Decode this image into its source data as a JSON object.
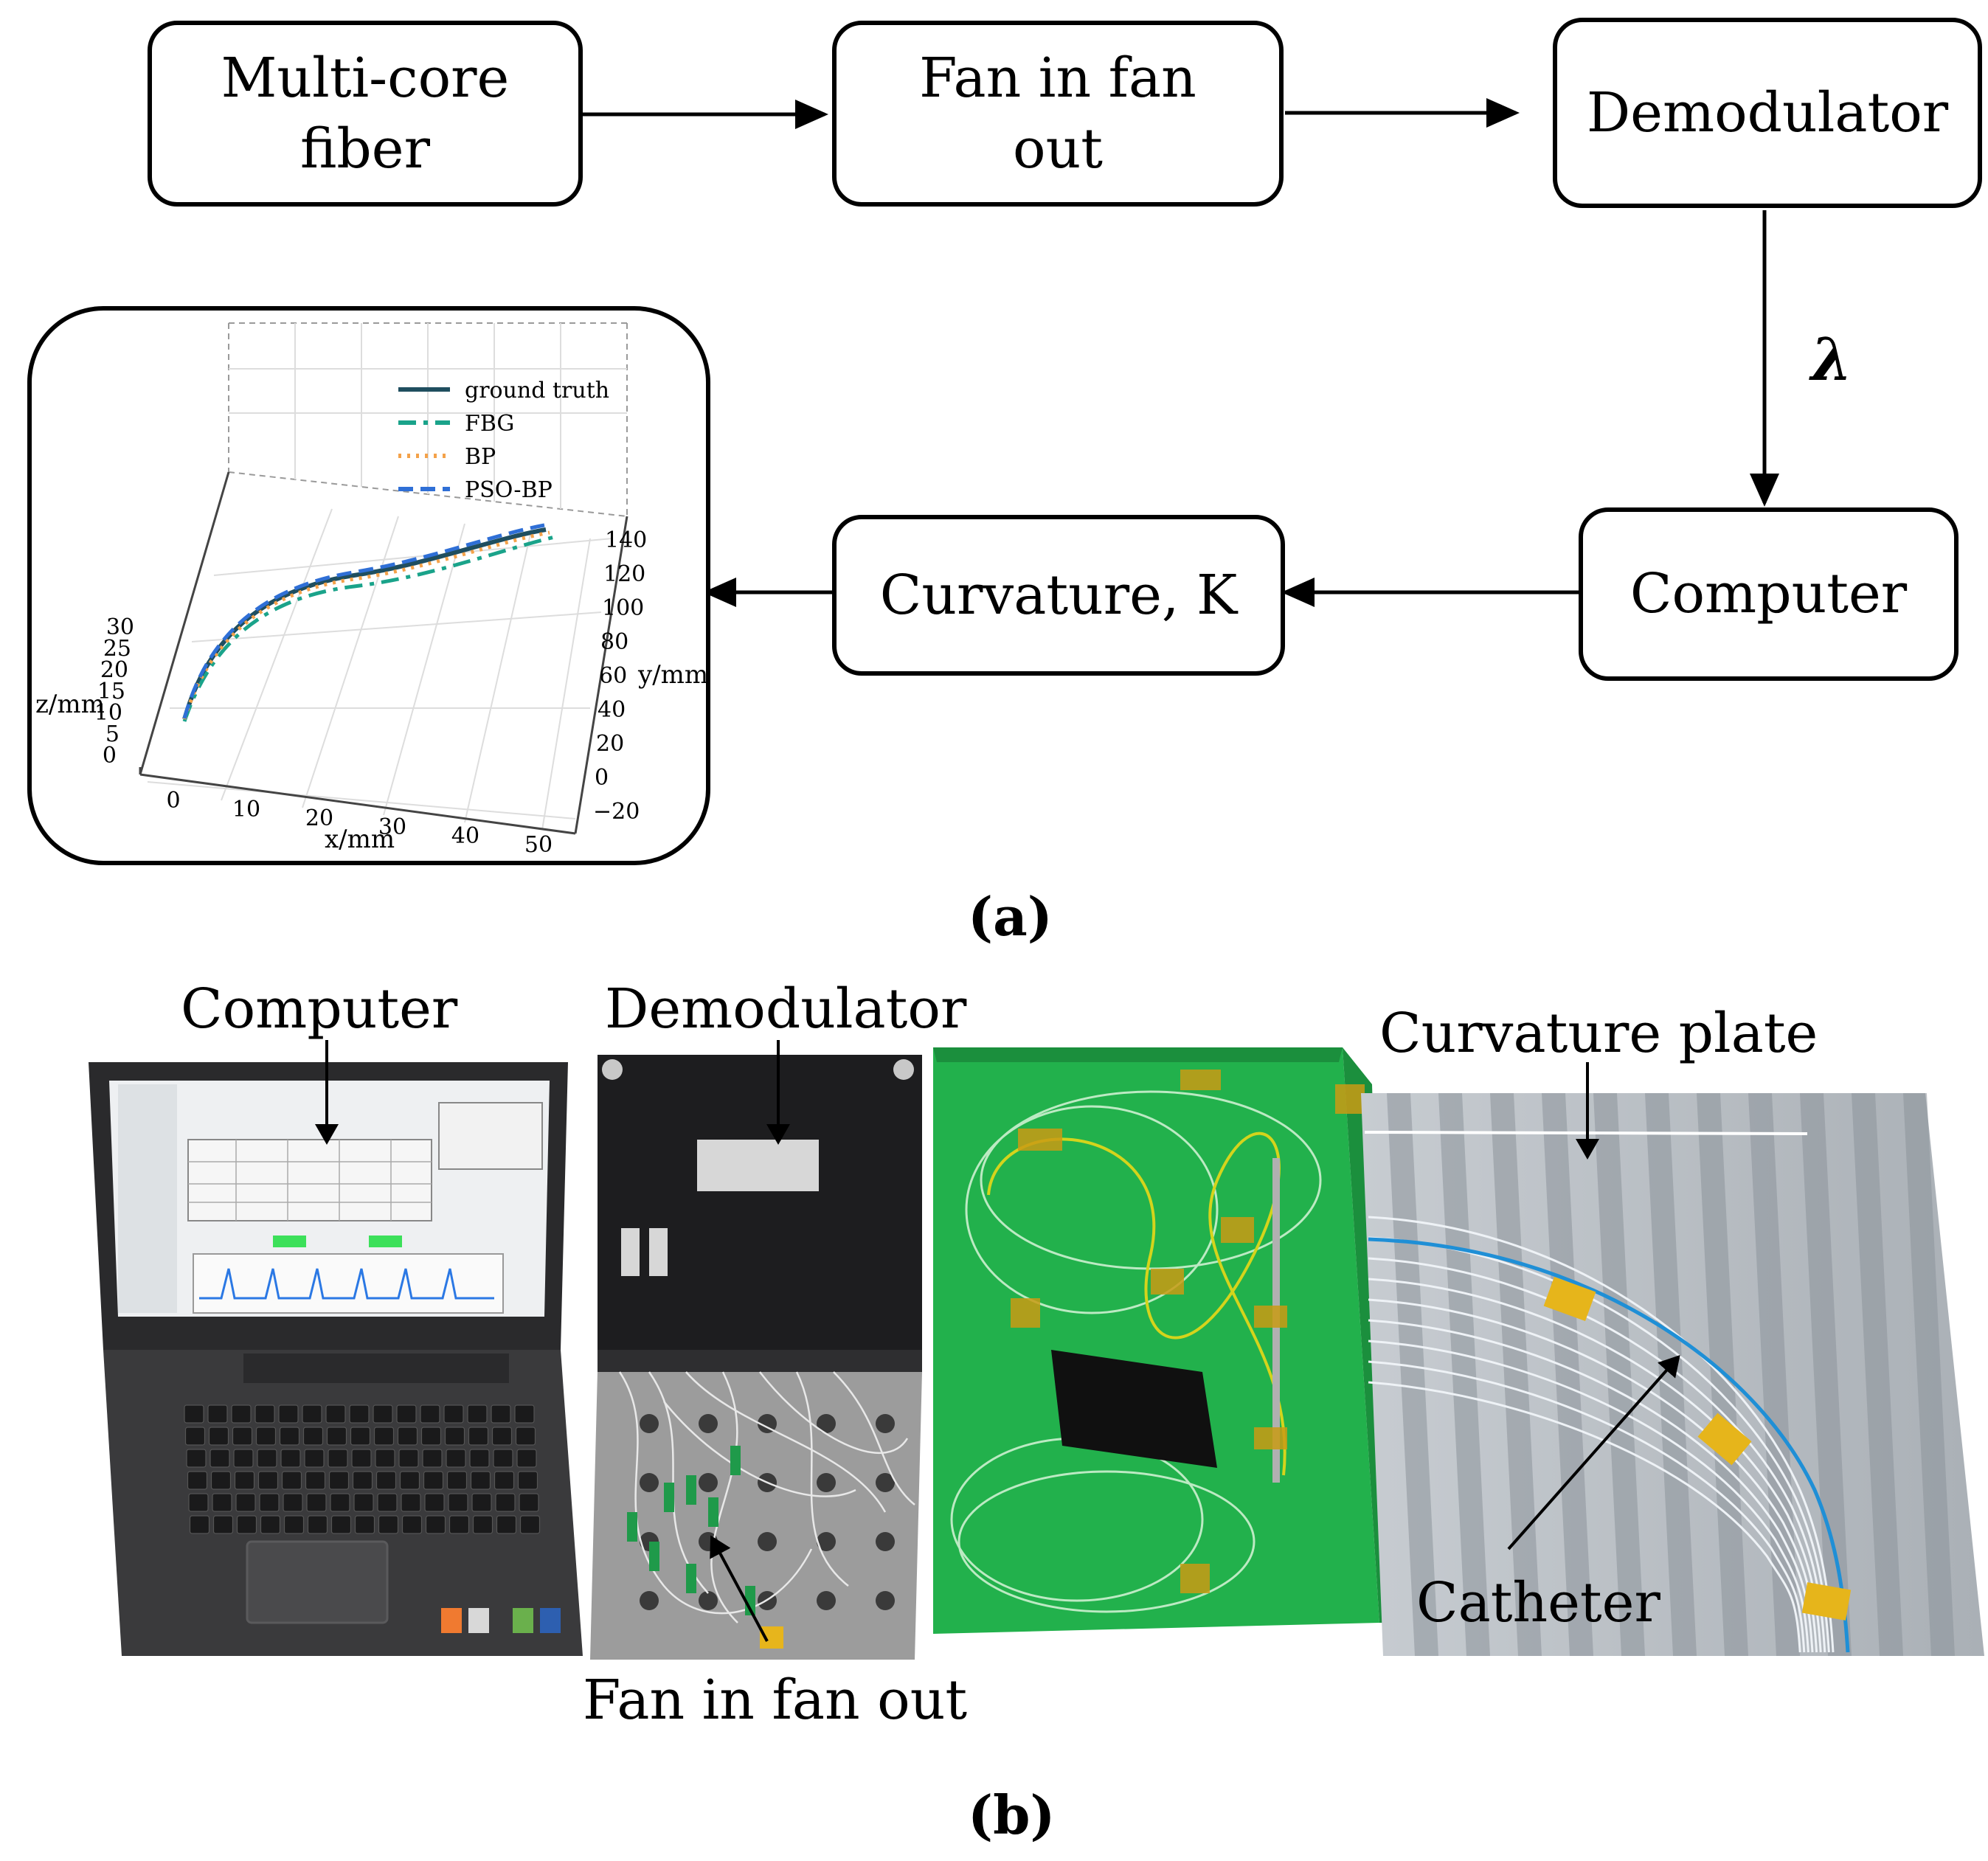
{
  "panel_a": {
    "caption": "(a)",
    "boxes": {
      "fiber": "Multi-core fiber",
      "fan": "Fan in fan out",
      "demod": "Demodulator",
      "computer": "Computer",
      "curvature": "Curvature, K"
    },
    "lambda": "λ",
    "plot": {
      "legend": [
        "ground truth",
        "FBG",
        "BP",
        "PSO-BP"
      ],
      "series_colors": [
        "#1f4e5f",
        "#1aa38a",
        "#f4a24a",
        "#2f6fd6"
      ],
      "x_label": "x/mm",
      "y_label": "y/mm",
      "z_label": "z/mm",
      "x_ticks": [
        "0",
        "10",
        "20",
        "30",
        "40",
        "50"
      ],
      "y_ticks": [
        "140",
        "120",
        "100",
        "80",
        "60",
        "40",
        "20",
        "0",
        "−20"
      ],
      "z_ticks": [
        "30",
        "25",
        "20",
        "15",
        "10",
        "5",
        "0"
      ]
    }
  },
  "panel_b": {
    "caption": "(b)",
    "labels": {
      "computer": "Computer",
      "demod": "Demodulator",
      "plate": "Curvature plate",
      "catheter": "Catheter",
      "fan": "Fan in fan out"
    }
  }
}
